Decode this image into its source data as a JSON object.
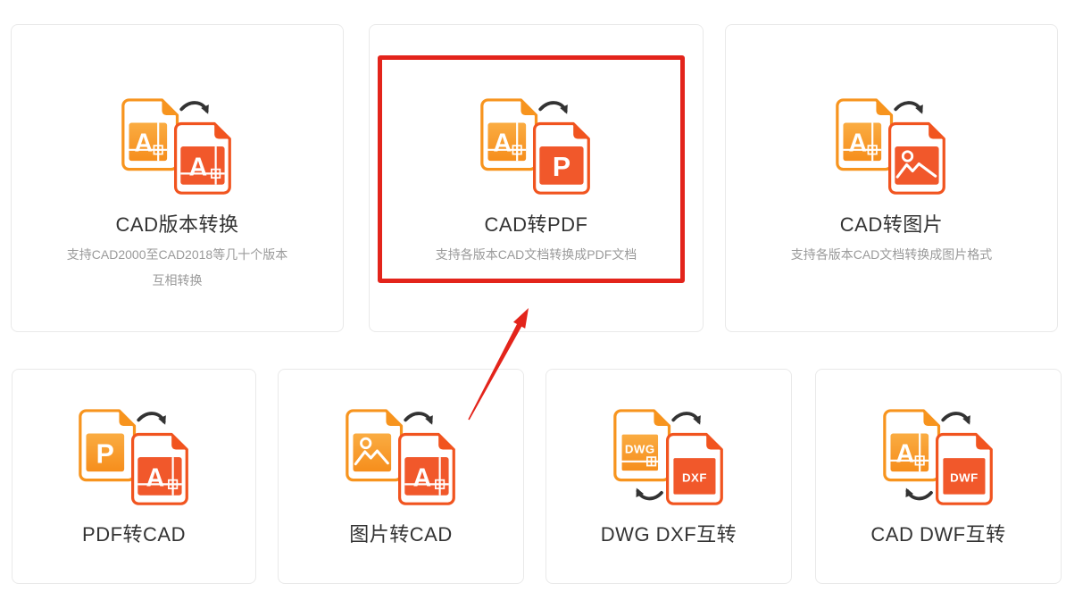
{
  "colors": {
    "page_bg": "#ffffff",
    "card_border": "#e9e9e9",
    "title_text": "#333333",
    "description_text": "#9a9a9a",
    "front_stroke": "#f7941e",
    "front_square_top": "#faac42",
    "front_square_bottom": "#f68e1c",
    "back_stroke": "#f1541f",
    "back_square": "#f1582b",
    "arrow_dark": "#333333",
    "highlight_red": "#e3241b"
  },
  "cards": [
    {
      "id": "cad-version-convert",
      "title": "CAD版本转换",
      "description": "支持CAD2000至CAD2018等几十个版本互相转换",
      "icon": {
        "name": "cad-version-convert-icon",
        "front": "A",
        "back": "A",
        "bidirectional": false
      },
      "highlighted": false
    },
    {
      "id": "cad-to-pdf",
      "title": "CAD转PDF",
      "description": "支持各版本CAD文档转换成PDF文档",
      "icon": {
        "name": "cad-to-pdf-icon",
        "front": "A",
        "back": "P",
        "bidirectional": false
      },
      "highlighted": true
    },
    {
      "id": "cad-to-image",
      "title": "CAD转图片",
      "description": "支持各版本CAD文档转换成图片格式",
      "icon": {
        "name": "cad-to-image-icon",
        "front": "A",
        "back": "IMG",
        "bidirectional": false
      },
      "highlighted": false
    },
    {
      "id": "pdf-to-cad",
      "title": "PDF转CAD",
      "icon": {
        "name": "pdf-to-cad-icon",
        "front": "P",
        "back": "A",
        "bidirectional": false
      },
      "highlighted": false
    },
    {
      "id": "image-to-cad",
      "title": "图片转CAD",
      "icon": {
        "name": "image-to-cad-icon",
        "front": "IMG",
        "back": "A",
        "bidirectional": false
      },
      "highlighted": false
    },
    {
      "id": "dwg-dxf-convert",
      "title": "DWG DXF互转",
      "icon": {
        "name": "dwg-dxf-convert-icon",
        "front": "DWG",
        "back": "DXF",
        "bidirectional": true
      },
      "highlighted": false
    },
    {
      "id": "cad-dwf-convert",
      "title": "CAD DWF互转",
      "icon": {
        "name": "cad-dwf-convert-icon",
        "front": "A",
        "back": "DWF",
        "bidirectional": true
      },
      "highlighted": false
    }
  ],
  "annotation": {
    "highlighted_card": "CAD转PDF",
    "highlight_color": "#e3241b",
    "arrow_description": "red arrow pointing up to the CAD转PDF card"
  }
}
